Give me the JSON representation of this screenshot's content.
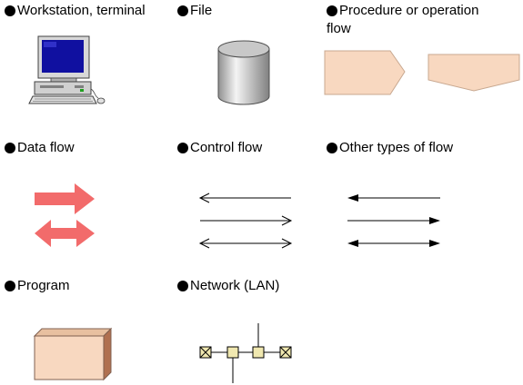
{
  "legend": {
    "workstation": {
      "label": "Workstation, terminal",
      "icon": "workstation-icon"
    },
    "file": {
      "label": "File",
      "icon": "file-cylinder-icon"
    },
    "procedure_flow": {
      "label_line1": "Procedure or operation",
      "label_line2": "flow",
      "icon": "procedure-flow-arrows-icon"
    },
    "data_flow": {
      "label": "Data flow",
      "icon": "data-flow-arrows-icon"
    },
    "control_flow": {
      "label": "Control flow",
      "icon": "control-flow-lines-icon"
    },
    "other_flow": {
      "label": "Other types of flow",
      "icon": "other-flow-lines-icon"
    },
    "program": {
      "label": "Program",
      "icon": "program-box-icon"
    },
    "network": {
      "label": "Network (LAN)",
      "icon": "network-lan-icon"
    }
  },
  "colors": {
    "bullet": "#000000",
    "data_flow_arrow": "#F26B6B",
    "procedure_fill": "#F8D8C0",
    "procedure_stroke": "#C8A890",
    "program_front": "#F8D8C0",
    "program_side": "#B07050",
    "file_gray": "#A8A8A8",
    "monitor_screen": "#1010A0",
    "network_node": "#F0E8B0"
  }
}
